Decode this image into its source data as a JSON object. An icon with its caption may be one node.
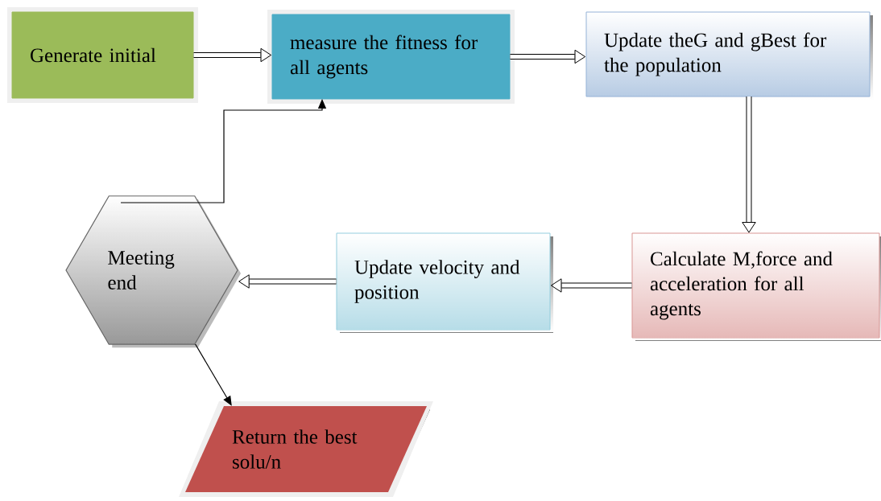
{
  "diagram": {
    "nodes": [
      {
        "text": [
          "Generate initial"
        ]
      },
      {
        "text": [
          "measure the fitness for all agents"
        ]
      },
      {
        "text": [
          "Update theG and gBest for the population"
        ]
      },
      {
        "text": [
          "Calculate M,force and acceleration for all agents"
        ]
      },
      {
        "text": [
          "Update velocity and position"
        ]
      },
      {
        "text": [
          "Meeting end"
        ]
      },
      {
        "text": [
          "Return the best solu/n"
        ]
      }
    ],
    "edges": [
      {
        "from": 0,
        "to": 1,
        "arrow": "to"
      },
      {
        "from": 1,
        "to": 2,
        "arrow": "to"
      },
      {
        "from": 2,
        "to": 3,
        "arrow": "to"
      },
      {
        "from": 3,
        "to": 4,
        "arrow": "to"
      },
      {
        "from": 4,
        "to": 5,
        "arrow": "to"
      },
      {
        "from": 5,
        "to": 1,
        "arrow": "to"
      },
      {
        "from": 5,
        "to": 6,
        "arrow": "to"
      }
    ]
  }
}
